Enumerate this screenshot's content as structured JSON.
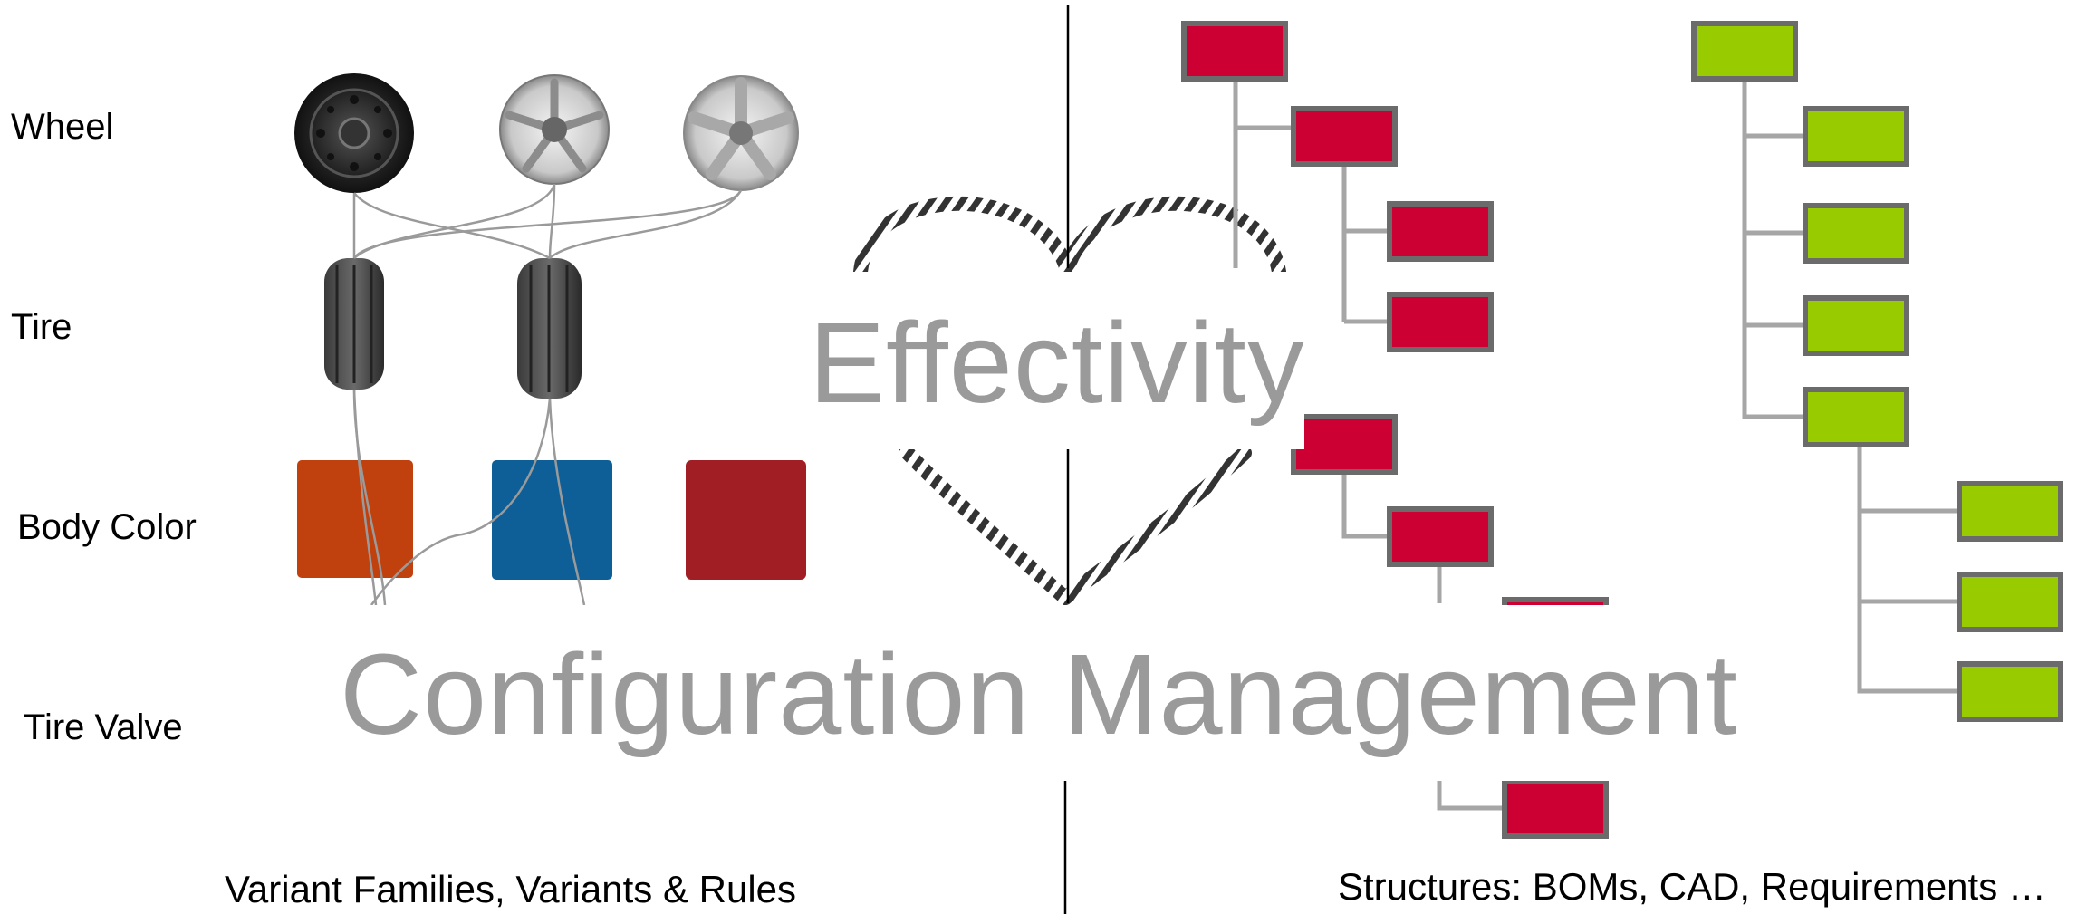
{
  "titles": {
    "effectivity": "Effectivity",
    "configuration_management": "Configuration Management"
  },
  "row_labels": {
    "wheel": "Wheel",
    "tire": "Tire",
    "body_color": "Body Color",
    "tire_valve": "Tire Valve"
  },
  "captions": {
    "left": "Variant Families, Variants & Rules",
    "right": "Structures: BOMs, CAD, Requirements …"
  },
  "colors": {
    "structure_red": "#cc0033",
    "structure_green": "#99cc00",
    "node_border": "#6b6b6b",
    "connector": "#a6a6a6",
    "title_gray": "#9a9a9a",
    "swatch_orange": "#c0400e",
    "swatch_blue": "#0e5f98",
    "swatch_red": "#a01e24"
  },
  "icons": [
    "steel-wheel-icon",
    "alloy-wheel-icon",
    "alloy-wheel-icon",
    "tire-icon",
    "tire-icon",
    "tire-valve-icon",
    "heart-outline-icon"
  ]
}
